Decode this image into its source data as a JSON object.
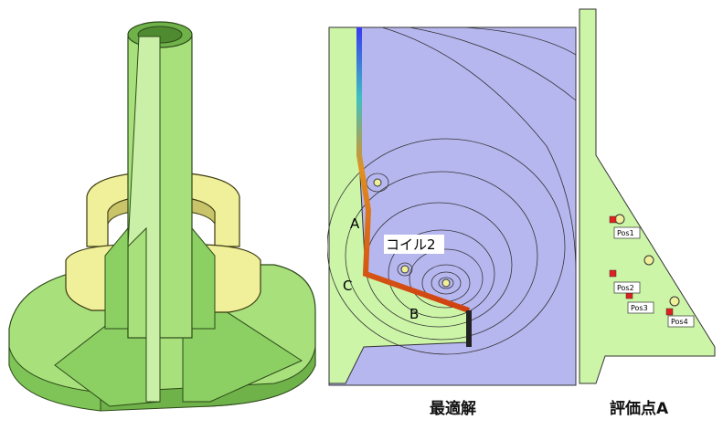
{
  "captions": {
    "optimal": "最適解",
    "evaluation": "評価点A"
  },
  "optimal_panel": {
    "labels": {
      "a": "A",
      "b": "B",
      "c": "C",
      "coil": "コイル2"
    }
  },
  "evaluation_panel": {
    "pos_labels": [
      "Pos1",
      "Pos2",
      "Pos3",
      "Pos4"
    ]
  },
  "colors": {
    "part_green": "#a8e07c",
    "part_green_dark": "#6fb24a",
    "part_green_light": "#c9f0a6",
    "coil_yellow": "#f0ef9a",
    "coil_yellow_dark": "#c9c46a",
    "field_background": "#b7b7f0",
    "mesh_green": "#ccf5a8",
    "contour_line": "#333333",
    "marker_red": "#e02020"
  }
}
